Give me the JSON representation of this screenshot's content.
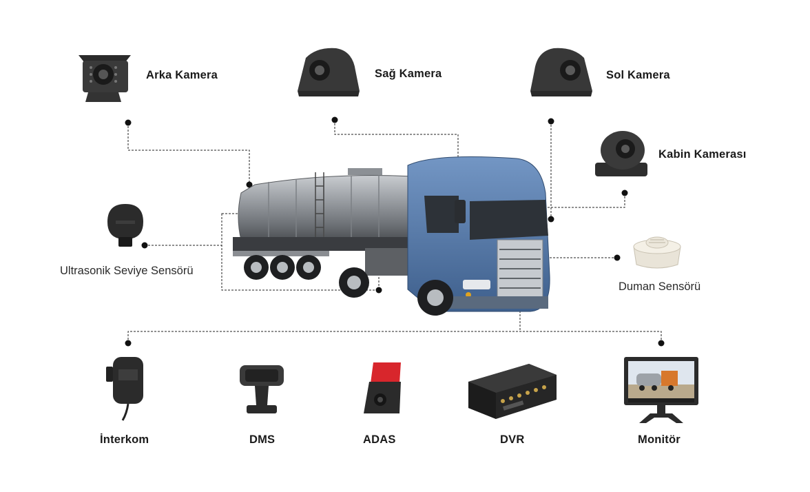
{
  "labels": {
    "arka_kamera": "Arka Kamera",
    "sag_kamera": "Sağ Kamera",
    "sol_kamera": "Sol Kamera",
    "kabin_kamerasi": "Kabin Kamerası",
    "ultrasonik": "Ultrasonik Seviye Sensörü",
    "duman": "Duman Sensörü",
    "interkom": "İnterkom",
    "dms": "DMS",
    "adas": "ADAS",
    "dvr": "DVR",
    "monitor": "Monitör"
  },
  "colors": {
    "truck_blue": "#5a7fae",
    "tank_silver": "#9a9ea3",
    "device_black": "#2b2b2b",
    "adas_red": "#d8262c",
    "connector": "#222222"
  },
  "icons": [
    "rear-camera-icon",
    "side-camera-icon",
    "dome-camera-icon",
    "ultrasonic-sensor-icon",
    "smoke-sensor-icon",
    "microphone-icon",
    "dms-camera-icon",
    "adas-camera-icon",
    "dvr-icon",
    "monitor-icon",
    "tanker-truck-icon"
  ]
}
